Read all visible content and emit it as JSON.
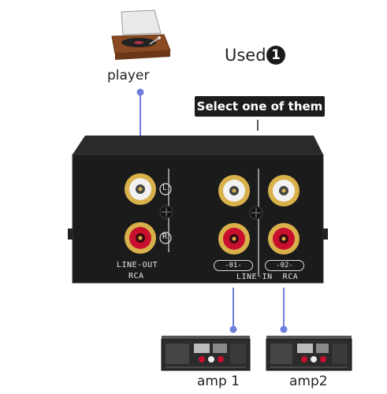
{
  "header": {
    "used_text": "Used",
    "used_badge": "1",
    "select_banner": "Select one of them"
  },
  "devices": {
    "player_label": "player",
    "amp1_label": "amp 1",
    "amp2_label": "amp2"
  },
  "switch_box": {
    "left_channel_mark": "L",
    "right_channel_mark": "R",
    "line_out_label": "LINE-OUT",
    "rca_left_label": "RCA",
    "input_1_label": "-01-",
    "input_2_label": "-02-",
    "line_in_label": "LINE-IN  RCA"
  },
  "colors": {
    "connector_line": "#6d7fdc",
    "box_body": "#1b1b1b",
    "jack_white": "#f2f2f2",
    "jack_red": "#c8102e",
    "gold": "#d8b14a"
  }
}
